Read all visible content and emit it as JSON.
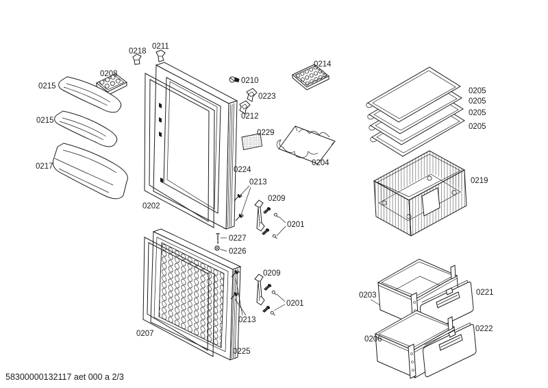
{
  "footer": {
    "doc_ref": "58300000132117 aet 000 a 2/3"
  },
  "part_labels": {
    "hinge_cover_top_0218": "0218",
    "hinge_bushing_top_0211": "0211",
    "egg_tray_0208": "0208",
    "door_shelf_0215_a": "0215",
    "door_shelf_0215_b": "0215",
    "door_shelf_deep_0217": "0217",
    "screw_0210": "0210",
    "clip_0223": "0223",
    "clip_0212": "0212",
    "grille_0229": "0229",
    "fridge_door_0224": "0224",
    "door_gasket_0202": "0202",
    "ice_tray_0214": "0214",
    "bottle_rack_0204": "0204",
    "screws_0213_upper": "0213",
    "hinge_plate_0209_upper": "0209",
    "pins_0201_upper": "0201",
    "pin_0227": "0227",
    "nut_0226": "0226",
    "hinge_plate_0209_lower": "0209",
    "pins_0201_lower": "0201",
    "screws_0213_lower": "0213",
    "door_gasket_0207": "0207",
    "freezer_door_0225": "0225",
    "shelf_0205_1": "0205",
    "shelf_0205_2": "0205",
    "shelf_0205_3": "0205",
    "shelf_0205_4": "0205",
    "crisper_container_0219": "0219",
    "drawer_body_0203": "0203",
    "drawer_front_0221": "0221",
    "drawer_body_0206": "0206",
    "drawer_front_0222": "0222"
  }
}
